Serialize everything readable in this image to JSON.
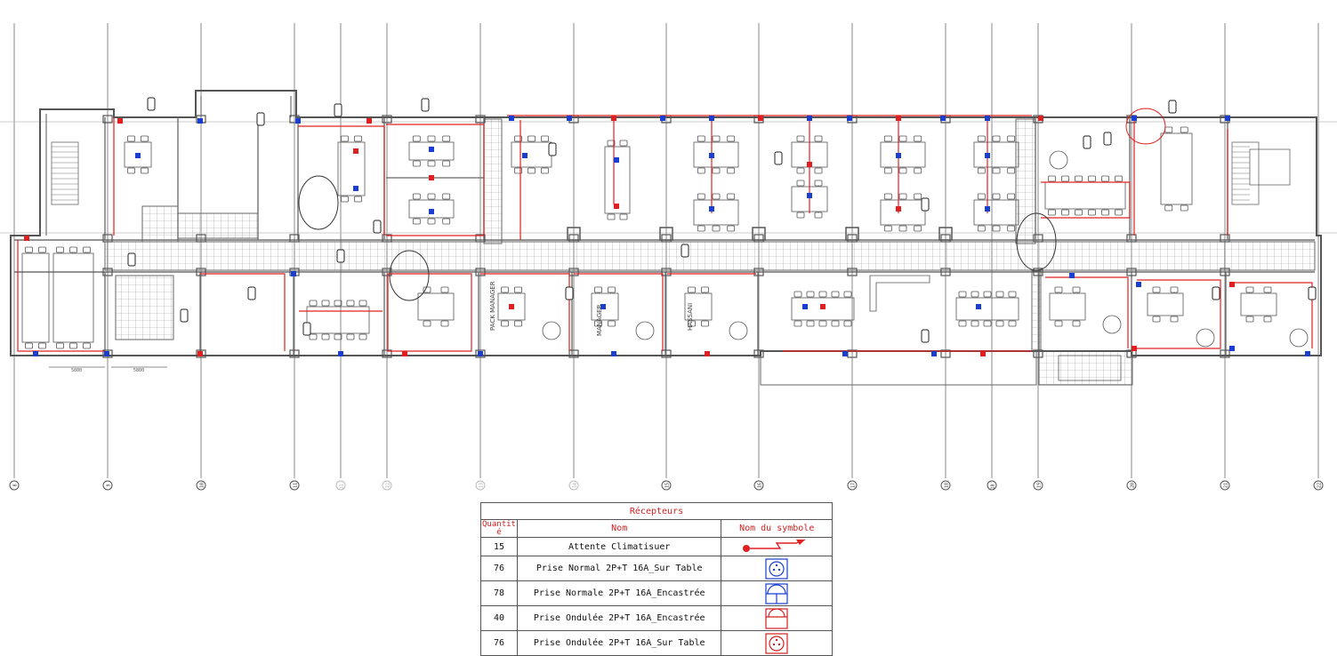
{
  "plan": {
    "axis_labels": [
      "8",
      "9",
      "10",
      "11",
      "11'",
      "12",
      "13",
      "14",
      "15",
      "16",
      "17",
      "18",
      "18'",
      "19",
      "20",
      "21",
      "22"
    ],
    "room_labels": [
      "PACK MANAGER",
      "MANAGER",
      "HASSANI"
    ],
    "dimension_labels": [
      "5800",
      "5800"
    ]
  },
  "legend": {
    "title": "Récepteurs",
    "headers": {
      "quantity": "Quantit é",
      "name": "Nom",
      "symbol": "Nom du symbole"
    },
    "rows": [
      {
        "quantity": "15",
        "name": "Attente Climatisuer",
        "symbol": "ac-outlet-icon"
      },
      {
        "quantity": "76",
        "name": "Prise Normal 2P+T 16A_Sur Table",
        "symbol": "table-socket-normal-icon"
      },
      {
        "quantity": "78",
        "name": "Prise Normale  2P+T 16A_Encastrée",
        "symbol": "flush-socket-normal-icon"
      },
      {
        "quantity": "40",
        "name": "Prise Ondulée 2P+T 16A_Encastrée",
        "symbol": "flush-socket-ups-icon"
      },
      {
        "quantity": "76",
        "name": "Prise Ondulée 2P+T 16A_Sur Table",
        "symbol": "table-socket-ups-icon"
      }
    ]
  },
  "colors": {
    "wiring": "#e02020",
    "normal_socket": "#1a3fd0",
    "ups_socket": "#d42020",
    "walls": "#555555"
  }
}
